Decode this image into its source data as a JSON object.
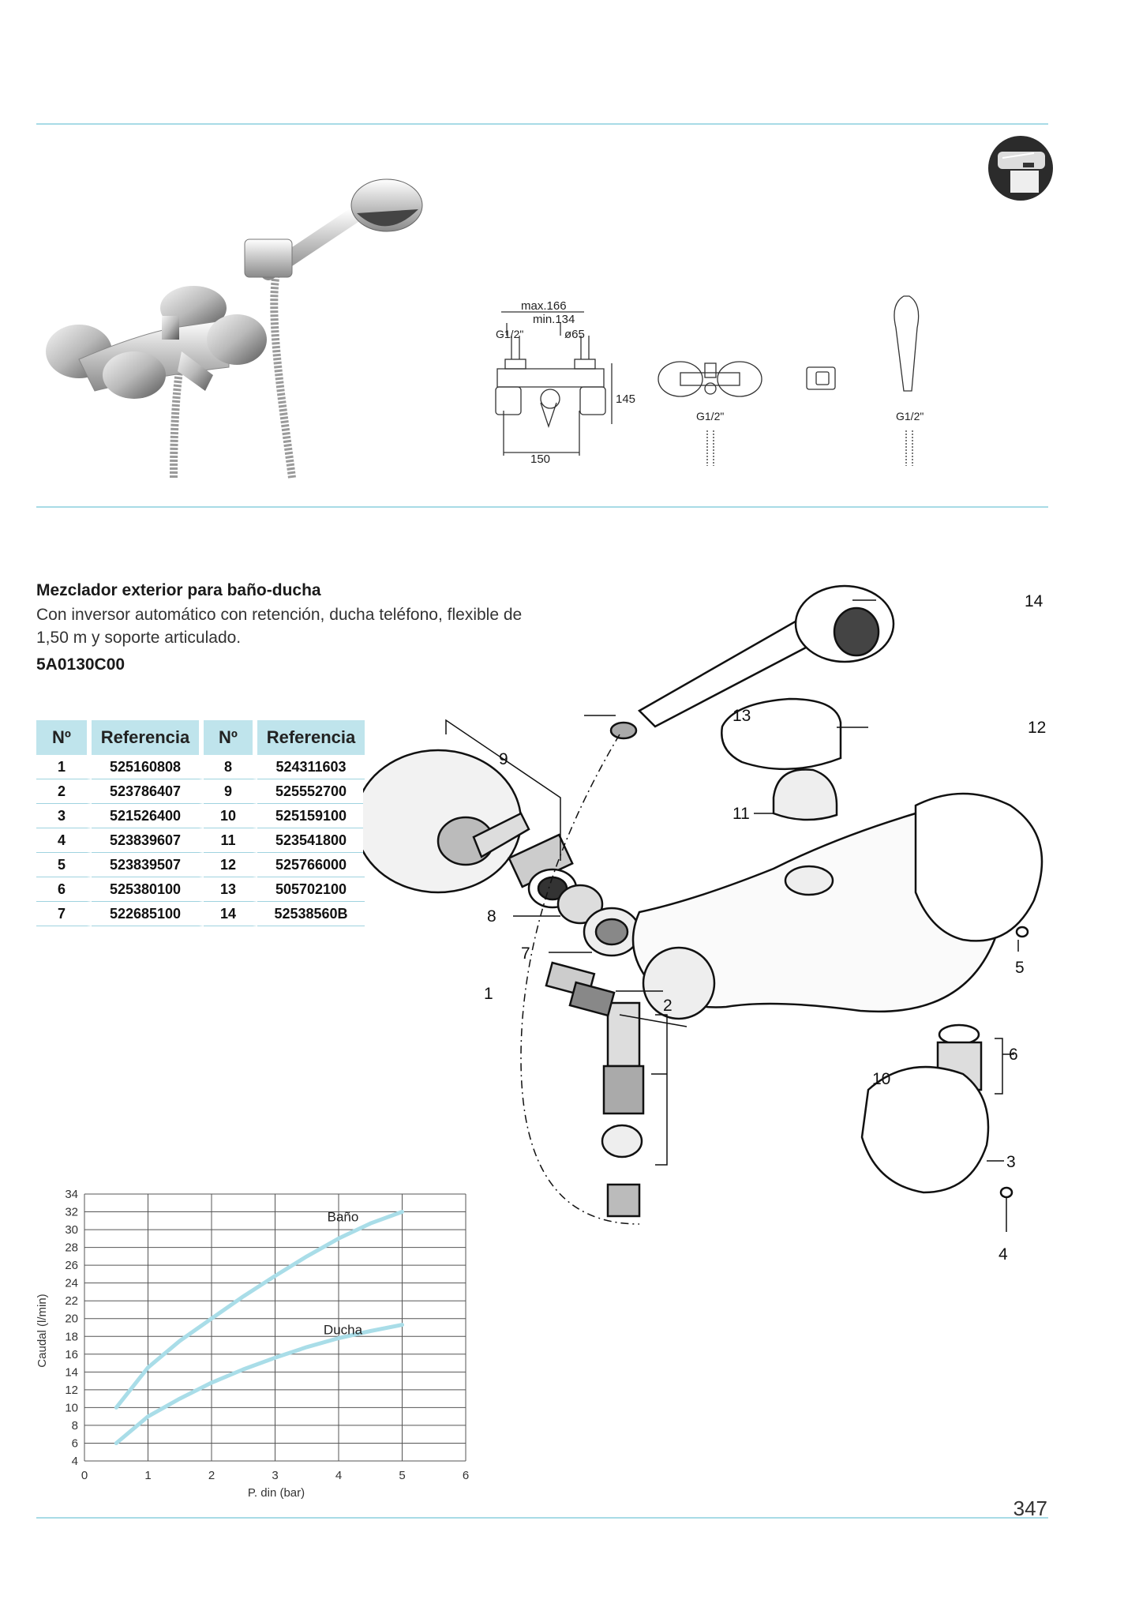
{
  "product": {
    "title": "Mezclador exterior para baño-ducha",
    "description": "Con inversor automático con retención, ducha teléfono, flexible de 1,50 m y soporte articulado.",
    "code": "5A0130C00"
  },
  "dimensions": {
    "max": "max.166",
    "min": "min.134",
    "thread": "G1/2\"",
    "diameter": "ø65",
    "height": "145",
    "width": "150"
  },
  "parts_table": {
    "headers": [
      "Nº",
      "Referencia",
      "Nº",
      "Referencia"
    ],
    "rows": [
      [
        "1",
        "525160808",
        "8",
        "524311603"
      ],
      [
        "2",
        "523786407",
        "9",
        "525552700"
      ],
      [
        "3",
        "521526400",
        "10",
        "525159100"
      ],
      [
        "4",
        "523839607",
        "11",
        "523541800"
      ],
      [
        "5",
        "523839507",
        "12",
        "525766000"
      ],
      [
        "6",
        "525380100",
        "13",
        "505702100"
      ],
      [
        "7",
        "522685100",
        "14",
        "52538560B"
      ]
    ]
  },
  "exploded_labels": [
    "1",
    "2",
    "3",
    "4",
    "5",
    "6",
    "7",
    "8",
    "9",
    "10",
    "11",
    "12",
    "13",
    "14"
  ],
  "chart_data": {
    "type": "line",
    "xlabel": "P. din (bar)",
    "ylabel": "Caudal (l/min)",
    "xlim": [
      0,
      6
    ],
    "ylim": [
      4,
      34
    ],
    "xticks": [
      0,
      1,
      2,
      3,
      4,
      5,
      6
    ],
    "yticks": [
      4,
      6,
      8,
      10,
      12,
      14,
      16,
      18,
      20,
      22,
      24,
      26,
      28,
      30,
      32,
      34
    ],
    "grid": true,
    "series": [
      {
        "name": "Baño",
        "color": "#a9dde8",
        "x": [
          0.5,
          1,
          1.5,
          2,
          2.5,
          3,
          3.5,
          4,
          4.5,
          5
        ],
        "y": [
          10,
          14.5,
          17.5,
          20,
          22.5,
          24.8,
          27,
          29,
          30.7,
          32
        ]
      },
      {
        "name": "Ducha",
        "color": "#a9dde8",
        "x": [
          0.5,
          1,
          1.5,
          2,
          2.5,
          3,
          3.5,
          4,
          4.5,
          5
        ],
        "y": [
          6,
          9,
          11,
          12.8,
          14.3,
          15.6,
          16.8,
          17.8,
          18.6,
          19.3
        ]
      }
    ]
  },
  "page_number": "347"
}
